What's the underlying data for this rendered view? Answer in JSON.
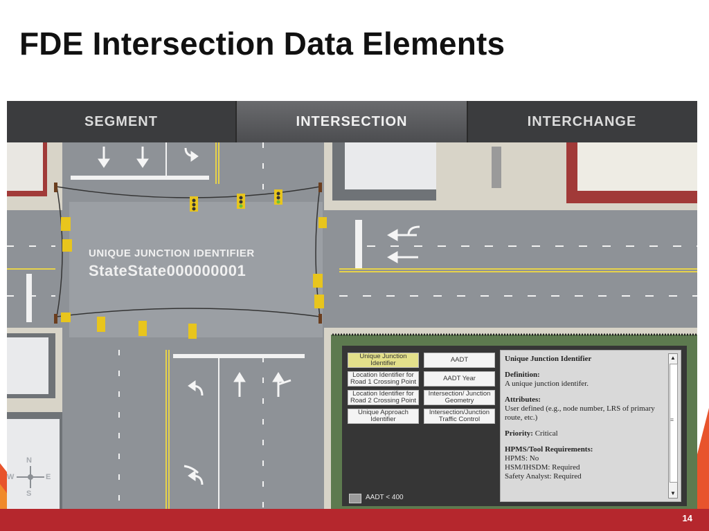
{
  "slide": {
    "title": "FDE Intersection Data Elements",
    "page_number": "14"
  },
  "tabs": [
    {
      "label": "SEGMENT"
    },
    {
      "label": "INTERSECTION"
    },
    {
      "label": "INTERCHANGE"
    }
  ],
  "map": {
    "junction_label": "UNIQUE JUNCTION IDENTIFIER",
    "junction_id": "StateState000000001",
    "compass": {
      "n": "N",
      "s": "S",
      "e": "E",
      "w": "W"
    }
  },
  "panel": {
    "buttons": [
      {
        "label": "Unique Junction Identifier"
      },
      {
        "label": "AADT"
      },
      {
        "label": "Location Identifier for Road 1 Crossing Point"
      },
      {
        "label": "AADT Year"
      },
      {
        "label": "Location Identifier for Road 2 Crossing Point"
      },
      {
        "label": "Intersection/ Junction Geometry"
      },
      {
        "label": "Unique Approach Identifier"
      },
      {
        "label": "Intersection/Junction Traffic Control"
      }
    ],
    "legend": "AADT < 400",
    "info": {
      "title": "Unique Junction Identifier",
      "definition_label": "Definition:",
      "definition": "A unique junction identifer.",
      "attributes_label": "Attributes:",
      "attributes": "User defined (e.g., node number, LRS of primary route, etc.)",
      "priority_label": "Priority:",
      "priority": "Critical",
      "hpms_label": "HPMS/Tool Requirements:",
      "hpms": "HPMS: No",
      "hsm": "HSM/IHSDM: Required",
      "safety": "Safety Analyst: Required"
    }
  }
}
